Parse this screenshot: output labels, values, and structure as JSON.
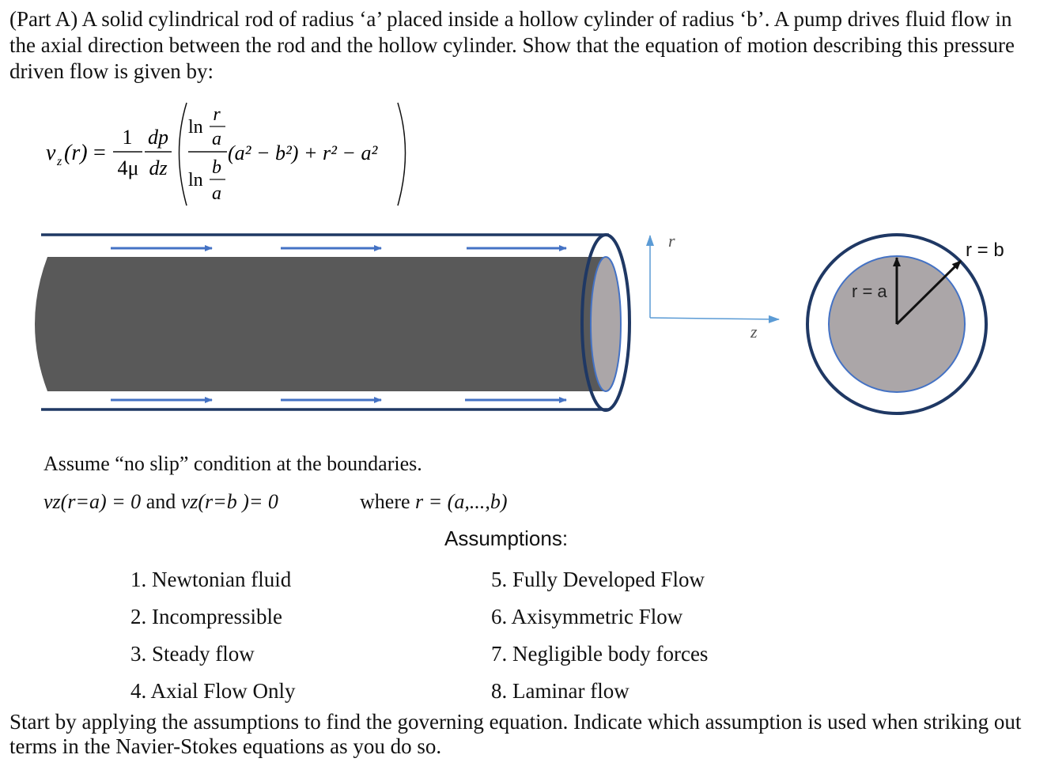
{
  "intro_text": "(Part A) A solid cylindrical rod of radius ‘a’ placed inside a hollow cylinder of radius ‘b’. A pump drives fluid flow in the axial direction between the rod and the hollow cylinder. Show that the equation of motion describing this pressure driven flow is given by:",
  "equation": {
    "lhs_v": "v",
    "lhs_sub": "z",
    "lhs_arg": "(r)",
    "equals": "=",
    "coef_num": "1",
    "coef_den": "4μ",
    "deriv_num": "dp",
    "deriv_den": "dz",
    "ln": "ln",
    "r": "r",
    "a": "a",
    "b": "b",
    "factor": "(a² − b²) + r² − a²"
  },
  "diagram": {
    "axis_r": "r",
    "axis_z": "z",
    "label_ra": "r = a",
    "label_rb": "r = b"
  },
  "no_slip_text": "Assume “no slip” condition at the boundaries.",
  "bc": {
    "bc1": "vz(r=a) = 0",
    "and": " and ",
    "bc2": "vz(r=b )= 0"
  },
  "where": {
    "prefix": "where ",
    "range": "r = (a,...,b)"
  },
  "assumptions_heading": "Assumptions:",
  "assumptions_left": [
    "1. Newtonian fluid",
    "2. Incompressible",
    "3. Steady flow",
    "4. Axial Flow Only"
  ],
  "assumptions_right": [
    "5. Fully Developed Flow",
    "6. Axisymmetric Flow",
    "7. Negligible body forces",
    "8. Laminar flow"
  ],
  "outro_text": "Start by applying the assumptions to find the governing equation. Indicate which assumption is used when striking out terms in the Navier-Stokes equations as you do so.",
  "colors": {
    "rod": "#595959",
    "rod_end": "#aba6a8",
    "tube": "#1f3864",
    "flow_arrow": "#4472c4"
  }
}
